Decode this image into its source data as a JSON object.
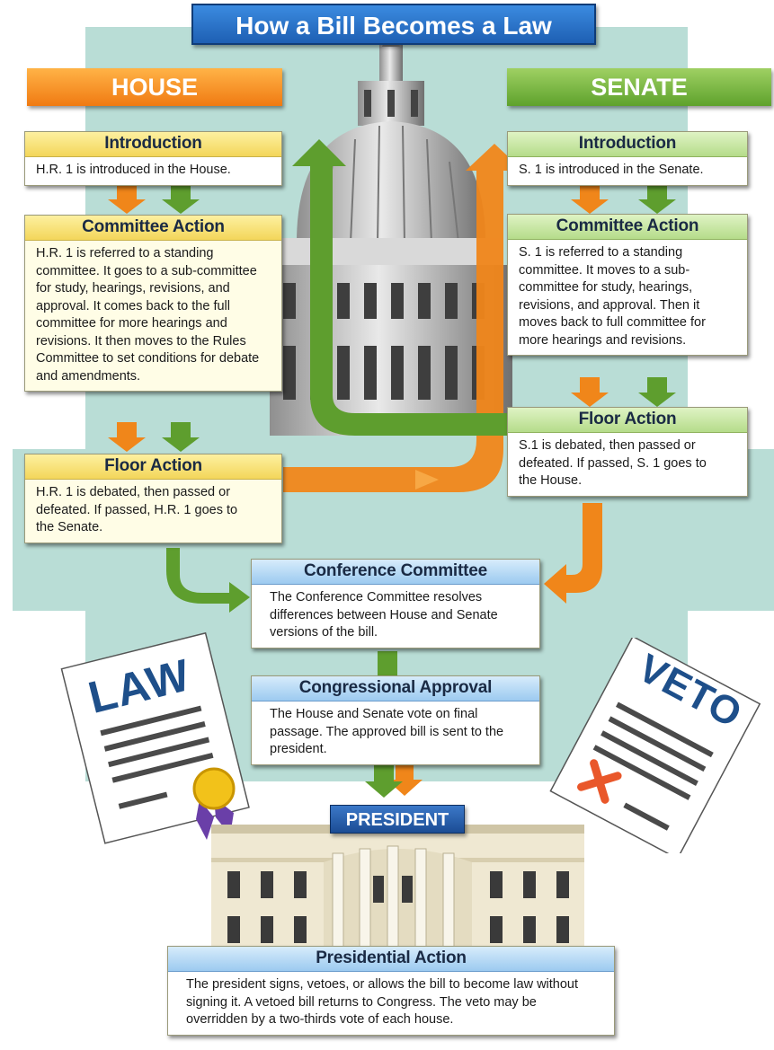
{
  "title": "How a Bill Becomes a Law",
  "house": {
    "banner": "HOUSE",
    "introduction": {
      "heading": "Introduction",
      "text": "H.R. 1 is introduced in the House."
    },
    "committee_action": {
      "heading": "Committee Action",
      "text": "H.R. 1 is referred to a standing committee. It goes to a sub-committee for study, hearings, revisions, and approval. It comes back to the full committee for more hearings and revisions. It then moves to the Rules Committee to set conditions for debate and amendments."
    },
    "floor_action": {
      "heading": "Floor Action",
      "text": "H.R. 1 is debated, then passed or defeated. If passed, H.R. 1 goes to the Senate."
    }
  },
  "senate": {
    "banner": "SENATE",
    "introduction": {
      "heading": "Introduction",
      "text": "S. 1 is introduced in the Senate."
    },
    "committee_action": {
      "heading": "Committee Action",
      "text": "S. 1 is referred to a standing committee. It moves to a sub-committee for study, hearings, revisions, and approval. Then it moves back to full committee for more hearings and revisions."
    },
    "floor_action": {
      "heading": "Floor Action",
      "text": "S.1 is debated, then passed or defeated. If passed, S. 1 goes to the House."
    }
  },
  "conference_committee": {
    "heading": "Conference Committee",
    "text": "The Conference Committee resolves differences between House and Senate versions of the bill."
  },
  "congressional_approval": {
    "heading": "Congressional Approval",
    "text": "The House and Senate vote on final passage. The approved bill is sent to the president."
  },
  "president": {
    "banner": "PRESIDENT"
  },
  "presidential_action": {
    "heading": "Presidential Action",
    "text": "The president signs, vetoes, or allows the bill to become law without signing it. A vetoed bill returns to Congress. The veto may be overridden by a two-thirds vote of each house."
  },
  "law_document": {
    "label": "LAW"
  },
  "veto_document": {
    "label": "VETO"
  },
  "colors": {
    "house_orange": "#f28a1c",
    "senate_green": "#6aaa34",
    "title_blue": "#2a74cc",
    "background_teal": "#b9ddd6"
  }
}
